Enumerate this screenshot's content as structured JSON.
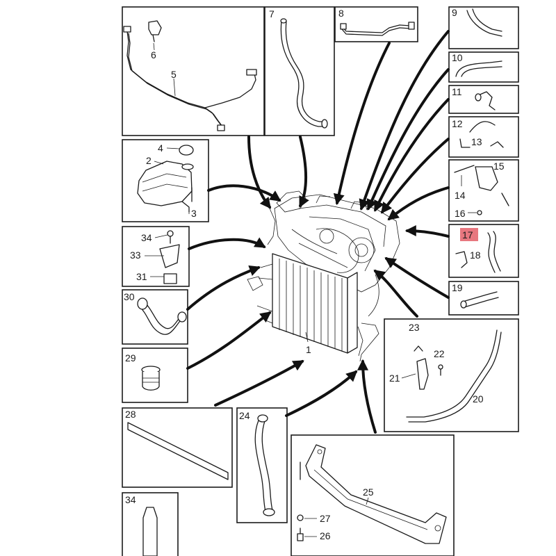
{
  "diagram": {
    "highlight_color": "#e8777f",
    "highlighted_part": "17",
    "labels": {
      "p1": "1",
      "p2": "2",
      "p3": "3",
      "p4": "4",
      "p5": "5",
      "p6": "6",
      "p7": "7",
      "p8": "8",
      "p9": "9",
      "p10": "10",
      "p11": "11",
      "p12": "12",
      "p13": "13",
      "p14": "14",
      "p15": "15",
      "p16": "16",
      "p17": "17",
      "p18": "18",
      "p19": "19",
      "p20": "20",
      "p21": "21",
      "p22": "22",
      "p23": "23",
      "p24": "24",
      "p25": "25",
      "p26": "26",
      "p27": "27",
      "p28": "28",
      "p29": "29",
      "p30": "30",
      "p31": "31",
      "p33": "33",
      "p34a": "34",
      "p34b": "34"
    }
  }
}
